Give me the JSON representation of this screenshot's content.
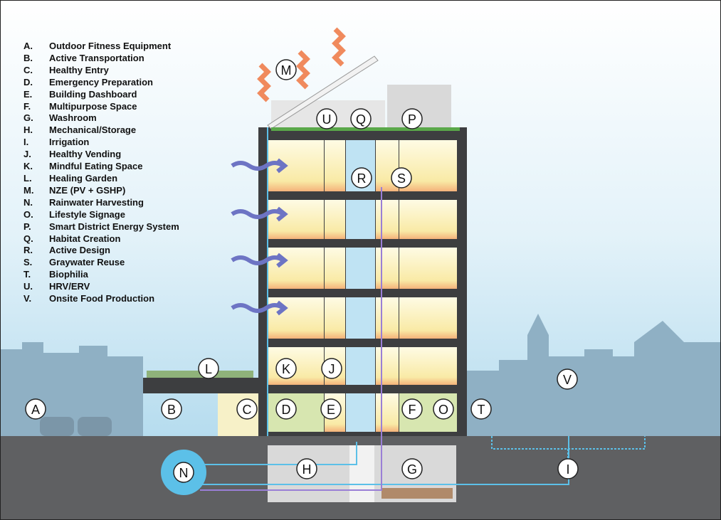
{
  "legend": [
    {
      "key": "A.",
      "label": "Outdoor Fitness Equipment"
    },
    {
      "key": "B.",
      "label": "Active Transportation"
    },
    {
      "key": "C.",
      "label": "Healthy Entry"
    },
    {
      "key": "D.",
      "label": "Emergency Preparation"
    },
    {
      "key": "E.",
      "label": "Building Dashboard"
    },
    {
      "key": "F.",
      "label": "Multipurpose Space"
    },
    {
      "key": "G.",
      "label": "Washroom"
    },
    {
      "key": "H.",
      "label": "Mechanical/Storage"
    },
    {
      "key": "I.",
      "label": "Irrigation"
    },
    {
      "key": "J.",
      "label": "Healthy Vending"
    },
    {
      "key": "K.",
      "label": "Mindful Eating Space"
    },
    {
      "key": "L.",
      "label": "Healing Garden"
    },
    {
      "key": "M.",
      "label": "NZE (PV + GSHP)"
    },
    {
      "key": "N.",
      "label": "Rainwater Harvesting"
    },
    {
      "key": "O.",
      "label": "Lifestyle Signage"
    },
    {
      "key": "P.",
      "label": "Smart District Energy System"
    },
    {
      "key": "Q.",
      "label": "Habitat Creation"
    },
    {
      "key": "R.",
      "label": "Active Design"
    },
    {
      "key": "S.",
      "label": "Graywater Reuse"
    },
    {
      "key": "T.",
      "label": "Biophilia"
    },
    {
      "key": "U.",
      "label": "HRV/ERV"
    },
    {
      "key": "V.",
      "label": "Onsite Food Production"
    }
  ],
  "markers": [
    "M",
    "U",
    "Q",
    "P",
    "R",
    "S",
    "L",
    "K",
    "J",
    "C",
    "D",
    "E",
    "F",
    "O",
    "T",
    "V",
    "A",
    "B",
    "H",
    "G",
    "N",
    "I"
  ],
  "colors": {
    "sky_top": "#ffffff",
    "sky_bottom": "#a8d5ea",
    "ground": "#5f6062",
    "skyline": "#8fb0c4",
    "slab": "#3d3e40",
    "interior": "#fdf6c8",
    "water": "#5cc0e8",
    "graywater": "#9a7fd6",
    "sun": "#f08a5d",
    "wind": "#6d74c4"
  }
}
